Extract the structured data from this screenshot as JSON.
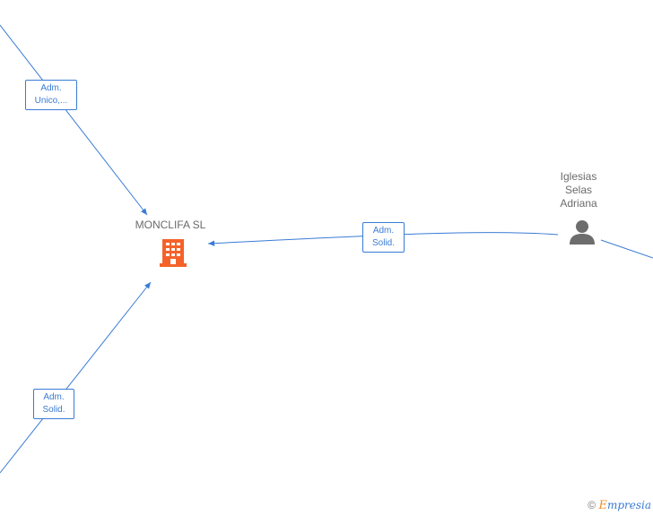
{
  "nodes": {
    "company": {
      "label": "MONCLIFA SL",
      "icon": "building-icon",
      "color": "#f4622a"
    },
    "person": {
      "label_lines": [
        "Iglesias",
        "Selas",
        "Adriana"
      ],
      "icon": "person-icon",
      "color": "#6d6d6d"
    }
  },
  "edges": [
    {
      "label_lines": [
        "Adm.",
        "Unico,..."
      ]
    },
    {
      "label_lines": [
        "Adm.",
        "Solid."
      ]
    },
    {
      "label_lines": [
        "Adm.",
        "Solid."
      ]
    }
  ],
  "edge_color": "#3a7bd5",
  "brand": {
    "symbol": "©",
    "first": "E",
    "rest": "mpresia"
  }
}
